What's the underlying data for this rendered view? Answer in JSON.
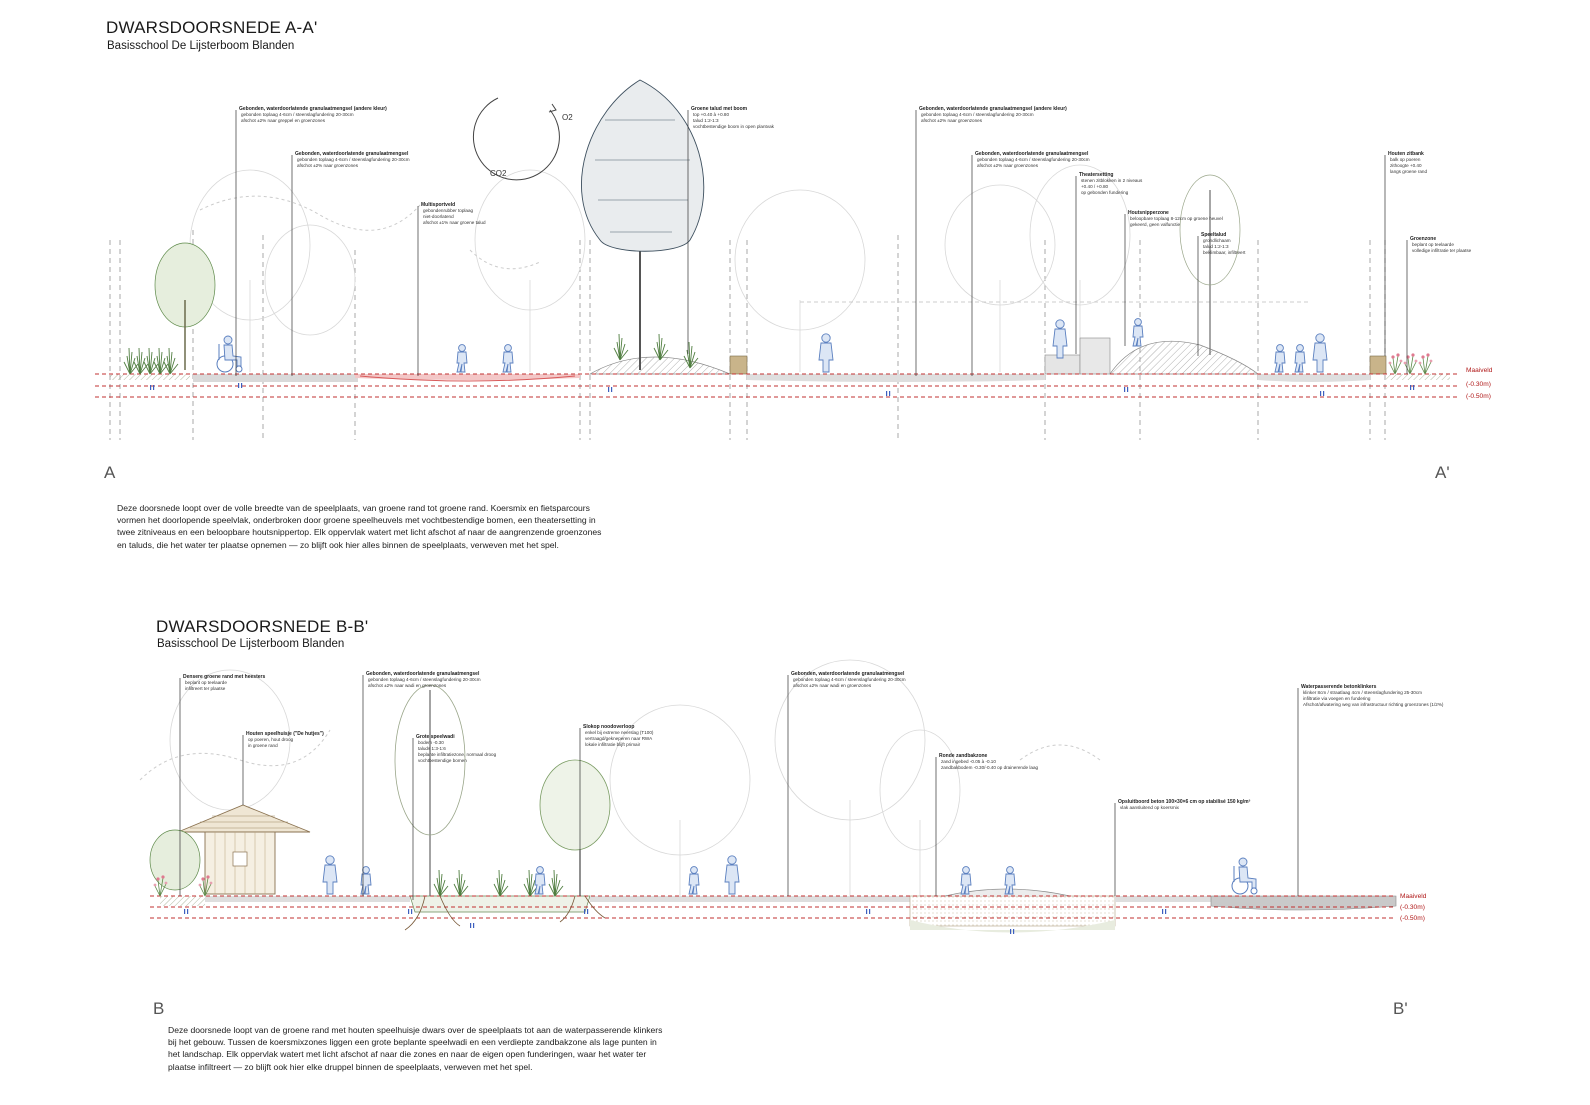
{
  "sectionA": {
    "title": "DWARSDOORSNEDE A-A'",
    "subtitle": "Basisschool De Lijsterboom Blanden",
    "start": "A",
    "end": "A'",
    "description": [
      "Deze doorsnede loopt over de volle breedte van de speelplaats, van groene rand tot groene rand. Koersmix en fietsparcours",
      "vormen het doorlopende speelvlak, onderbroken door groene speelheuvels met vochtbestendige bomen, een theatersetting in",
      "twee zitniveaus en een beloopbare houtsnippertop. Elk oppervlak watert met licht afschot af naar de aangrenzende groenzones",
      "en taluds, die het water ter plaatse opnemen — zo blijft ook hier alles binnen de speelplaats, verweven met het spel."
    ],
    "levels": [
      "Maaiveld",
      "(-0.30m)",
      "(-0.50m)"
    ],
    "co2": {
      "o2": "O2",
      "co2": "CO2"
    },
    "labels": [
      {
        "title": "Gebonden, waterdoorlatende granulaatmengsel  (andere kleur)",
        "lines": [
          "gebonden toplaag 4-6cm / steenslagfundering 20-30cm",
          "afschot ±2% naar greppel en groenzones"
        ]
      },
      {
        "title": "Gebonden, waterdoorlatende granulaatmengsel",
        "lines": [
          "gebonden toplaag 4-6cm / steenslagfundering 20-30cm",
          "afschot ±2% naar groenzones"
        ]
      },
      {
        "title": "Multisportveld",
        "lines": [
          "gebondenrubber toplaag",
          "niet-doorlatend",
          "afschot ±1% naar groene talud"
        ]
      },
      {
        "title": "Groene talud met boom",
        "lines": [
          "top +0.40 à +0.80",
          "talud 1:2-1:3",
          "vochtbestendige boom in open plantvak"
        ]
      },
      {
        "title": "Gebonden, waterdoorlatende granulaatmengsel  (andere kleur)",
        "lines": [
          "gebonden toplaag 4-6cm / steenslagfundering 20-30cm",
          "afschot ±2% naar groenzones"
        ]
      },
      {
        "title": "Gebonden, waterdoorlatende granulaatmengsel",
        "lines": [
          "gebonden toplaag 4-6cm / steenslagfundering 20-30cm",
          "afschot ±2% naar groenzones"
        ]
      },
      {
        "title": "Theatersetting",
        "lines": [
          "stenen zitblokken in 2 niveaus",
          "+0.40 / +0.80",
          "op gebonden fundering"
        ]
      },
      {
        "title": "Houtsnipperzone",
        "lines": [
          "beloopbare toplaag 8-12cm op groene heuvel",
          "gekeerd, geen valfunctie"
        ]
      },
      {
        "title": "Speeltalud",
        "lines": [
          "grondlichaam",
          "talud 1:2-1:3",
          "beklimbaar, infiltreert"
        ]
      },
      {
        "title": "Houten zitbank",
        "lines": [
          "balk op poeren",
          "zithoogte +0.40",
          "langs groene rand"
        ]
      },
      {
        "title": "Groenzone",
        "lines": [
          "beplant op teelaarde",
          "volledige infiltratie ter plaatse"
        ]
      }
    ]
  },
  "sectionB": {
    "title": "DWARSDOORSNEDE B-B'",
    "subtitle": "Basisschool De Lijsterboom Blanden",
    "start": "B",
    "end": "B'",
    "description": [
      "Deze doorsnede loopt van de groene rand met houten speelhuisje dwars over de speelplaats tot aan de waterpasserende klinkers",
      "bij het gebouw. Tussen de koersmixzones liggen een grote beplante speelwadi en een verdiepte zandbakzone als lage punten in",
      "het landschap. Elk oppervlak watert met licht afschot af naar die zones en naar de eigen open funderingen, waar het water ter",
      "plaatse infiltreert — zo blijft ook hier elke druppel binnen de speelplaats, verweven met het spel."
    ],
    "levels": [
      "Maaiveld",
      "(-0.30m)",
      "(-0.50m)"
    ],
    "labels": [
      {
        "title": "Densere groene rand met heesters",
        "lines": [
          "beplant op teelaarde",
          "infiltreert ter plaatse"
        ]
      },
      {
        "title": "Houten speelhuisje (\"De hutjes\")",
        "lines": [
          "op poeren, hout droog",
          "in groene rand"
        ]
      },
      {
        "title": "Gebonden, waterdoorlatende granulaatmengsel",
        "lines": [
          "gebonden toplaag 4-6cm / steenslagfundering 20-30cm",
          "afschot ±2% naar wadi en groenzones"
        ]
      },
      {
        "title": "Grote speelwadi",
        "lines": [
          "bodem -0.30",
          "taluds 1:3-1:6",
          "beplante infiltratiezone, normaal droog",
          "vochtbestendige bomen"
        ]
      },
      {
        "title": "Slokop noodoverloop",
        "lines": [
          "enkel bij extreme neerslag (T100)",
          "vertraagd/gekneperen naar RWA",
          "lokale infiltratie blijft primair"
        ]
      },
      {
        "title": "Gebonden, waterdoorlatende granulaatmengsel",
        "lines": [
          "gebonden toplaag 4-6cm / steenslagfundering 20-30cm",
          "afschot ±2% naar wadi en groenzones"
        ]
      },
      {
        "title": "Ronde zandbakzone",
        "lines": [
          "zand ingebed -0.05 à -0.10",
          "zandbakbodem -0.30/-0.40 op drainerende laag"
        ]
      },
      {
        "title": "Opsluitboord beton 100×30×6 cm op stabilisé 150 kg/m³",
        "lines": [
          "vlak aansluitend op koersmix"
        ]
      },
      {
        "title": "Waterpasserende betonklinkers",
        "lines": [
          "klinker 8cm / straatlaag 4cm / steenslagfundering 25-30cm",
          "infiltratie via voegen en fundering",
          "Afschot/afwatering weg van infrastructuur richting groenzones (1/2%)"
        ]
      }
    ]
  }
}
